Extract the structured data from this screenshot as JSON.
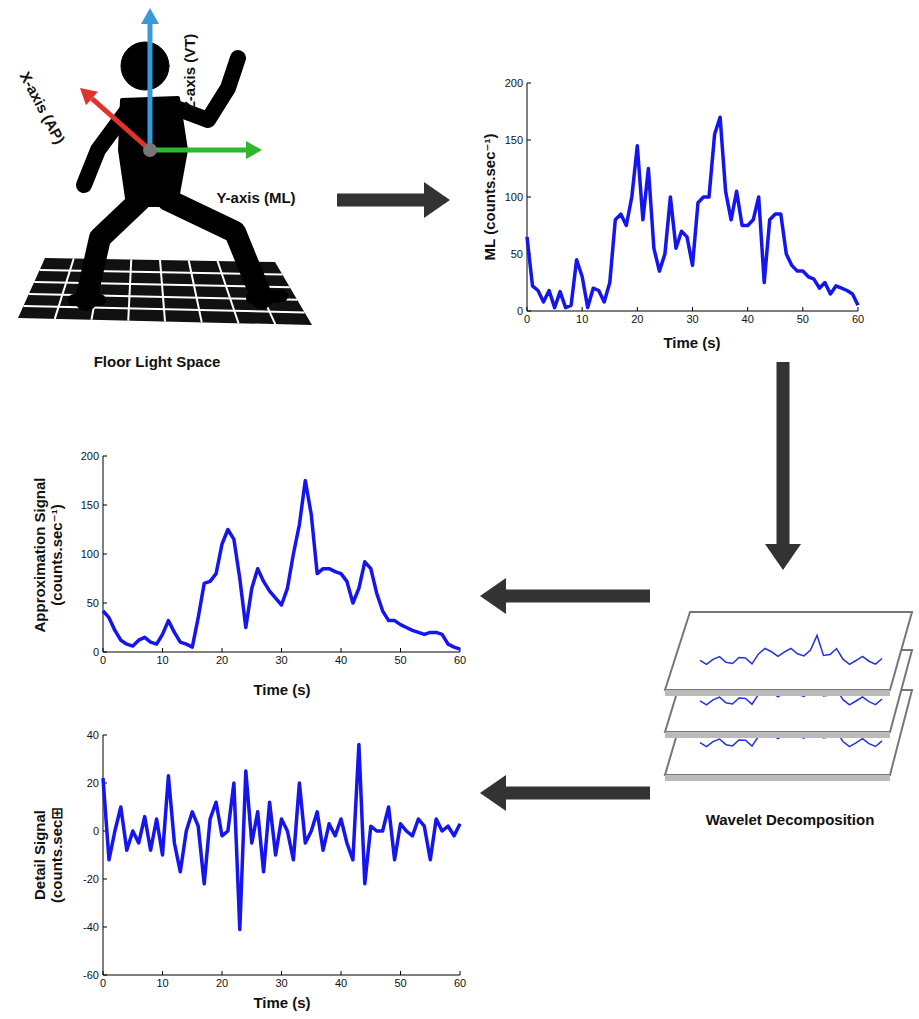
{
  "diagram": {
    "nodes": [
      {
        "text": [
          "Floor Light Space"
        ]
      },
      {
        "text": [
          "ML (counts.sec⁻¹)",
          "Time (s)"
        ]
      },
      {
        "text": [
          "Wavelet Decomposition"
        ]
      },
      {
        "text": [
          "Approximation Signal (counts.sec⁻¹)",
          "Time (s)"
        ]
      },
      {
        "text": [
          "Detail Signal (counts.sec⊞",
          "Time (s)"
        ]
      }
    ],
    "edges": [
      {
        "from": 0,
        "to": 1,
        "arrow": "to"
      },
      {
        "from": 1,
        "to": 2,
        "arrow": "to"
      },
      {
        "from": 2,
        "to": 3,
        "arrow": "to"
      },
      {
        "from": 2,
        "to": 4,
        "arrow": "to"
      }
    ],
    "labels": [
      "X-axis (AP)",
      "Z-axis (VT)",
      "Y-axis (ML)",
      "200",
      "150",
      "100",
      "50",
      "0",
      "0",
      "10",
      "20",
      "30",
      "40",
      "50",
      "60",
      "200",
      "150",
      "100",
      "50",
      "0",
      "0",
      "10",
      "20",
      "30",
      "40",
      "50",
      "60",
      "40",
      "20",
      "0",
      "-20",
      "-40",
      "-60",
      "0",
      "10",
      "20",
      "30",
      "40",
      "50",
      "60"
    ]
  }
}
